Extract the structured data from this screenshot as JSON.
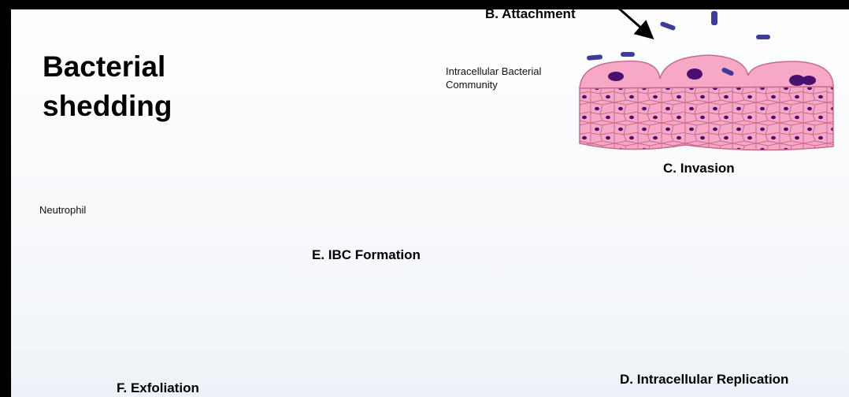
{
  "title": "Bacterial\nshedding",
  "stages": {
    "b": "B.  Attachment",
    "c": "C.  Invasion",
    "d": "D.  Intracellular Replication",
    "e": "E.  IBC Formation",
    "f": "F.  Exfoliation"
  },
  "annotations": {
    "ibc": "Intracellular Bacterial\nCommunity",
    "neutrophil": "Neutrophil"
  },
  "colors": {
    "cell_fill": "#f7a8c6",
    "cell_stroke": "#c86b8c",
    "nucleus": "#4a1070",
    "bacteria": "#3c3c9a",
    "ibc": "#3a3a96"
  }
}
